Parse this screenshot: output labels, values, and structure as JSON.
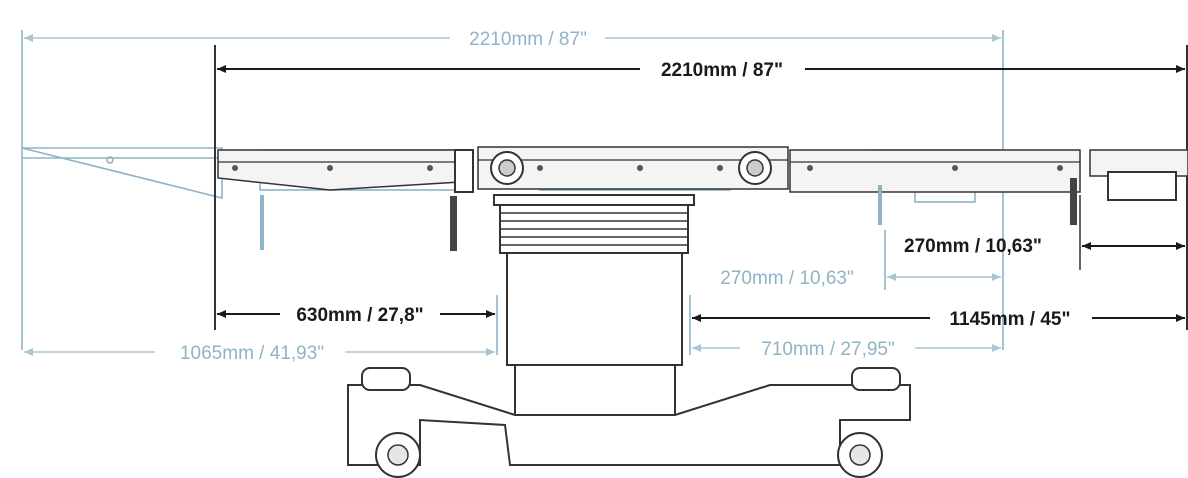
{
  "colors": {
    "dark_dimension": "#1a1a1a",
    "light_dimension": "#8fb3c7",
    "outline": "#333333",
    "background": "#ffffff"
  },
  "dimensions": {
    "total_length_light": "2210mm / 87\"",
    "total_length_dark": "2210mm / 87\"",
    "leg_section_dark": "270mm / 10,63\"",
    "leg_section_light": "270mm / 10,63\"",
    "head_to_column_dark": "630mm / 27,8\"",
    "column_to_foot_dark": "1145mm / 45\"",
    "head_to_column_light": "1065mm / 41,93\"",
    "column_to_foot_light": "710mm / 27,95\""
  }
}
